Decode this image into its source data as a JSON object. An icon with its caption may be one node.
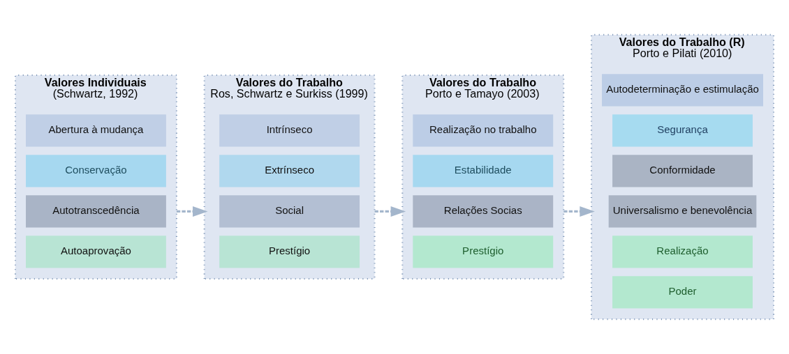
{
  "diagram": {
    "nodes": [
      {
        "text": [
          "Valores Individuais",
          "(Schwartz, 1992)"
        ]
      },
      {
        "text": [
          "Abertura à mudança"
        ],
        "in": 0
      },
      {
        "text": [
          "Conservação"
        ],
        "in": 0
      },
      {
        "text": [
          "Autotranscedência"
        ],
        "in": 0
      },
      {
        "text": [
          "Autoaprovação"
        ],
        "in": 0
      },
      {
        "text": [
          "Valores do Trabalho",
          "Ros, Schwartz e Surkiss (1999)"
        ]
      },
      {
        "text": [
          "Intrínseco"
        ],
        "in": 5
      },
      {
        "text": [
          "Extrínseco"
        ],
        "in": 5
      },
      {
        "text": [
          "Social"
        ],
        "in": 5
      },
      {
        "text": [
          "Prestígio"
        ],
        "in": 5
      },
      {
        "text": [
          "Valores do Trabalho",
          "Porto e Tamayo (2003)"
        ]
      },
      {
        "text": [
          "Realização no trabalho"
        ],
        "in": 10
      },
      {
        "text": [
          "Estabilidade"
        ],
        "in": 10
      },
      {
        "text": [
          "Relações Socias"
        ],
        "in": 10
      },
      {
        "text": [
          "Prestígio"
        ],
        "in": 10
      },
      {
        "text": [
          "Valores do Trabalho (R)",
          "Porto e Pilati (2010)"
        ]
      },
      {
        "text": [
          "Autodeterminação e estimulação"
        ],
        "in": 15
      },
      {
        "text": [
          "Segurança"
        ],
        "in": 15
      },
      {
        "text": [
          "Conformidade"
        ],
        "in": 15
      },
      {
        "text": [
          "Universalismo e benevolência"
        ],
        "in": 15
      },
      {
        "text": [
          "Realização"
        ],
        "in": 15
      },
      {
        "text": [
          "Poder"
        ],
        "in": 15
      }
    ],
    "edges": [
      {
        "from": 0,
        "to": 5,
        "arrow": "to",
        "style": "dashed"
      },
      {
        "from": 5,
        "to": 10,
        "arrow": "to",
        "style": "dashed"
      },
      {
        "from": 10,
        "to": 15,
        "arrow": "to",
        "style": "dashed"
      }
    ]
  }
}
